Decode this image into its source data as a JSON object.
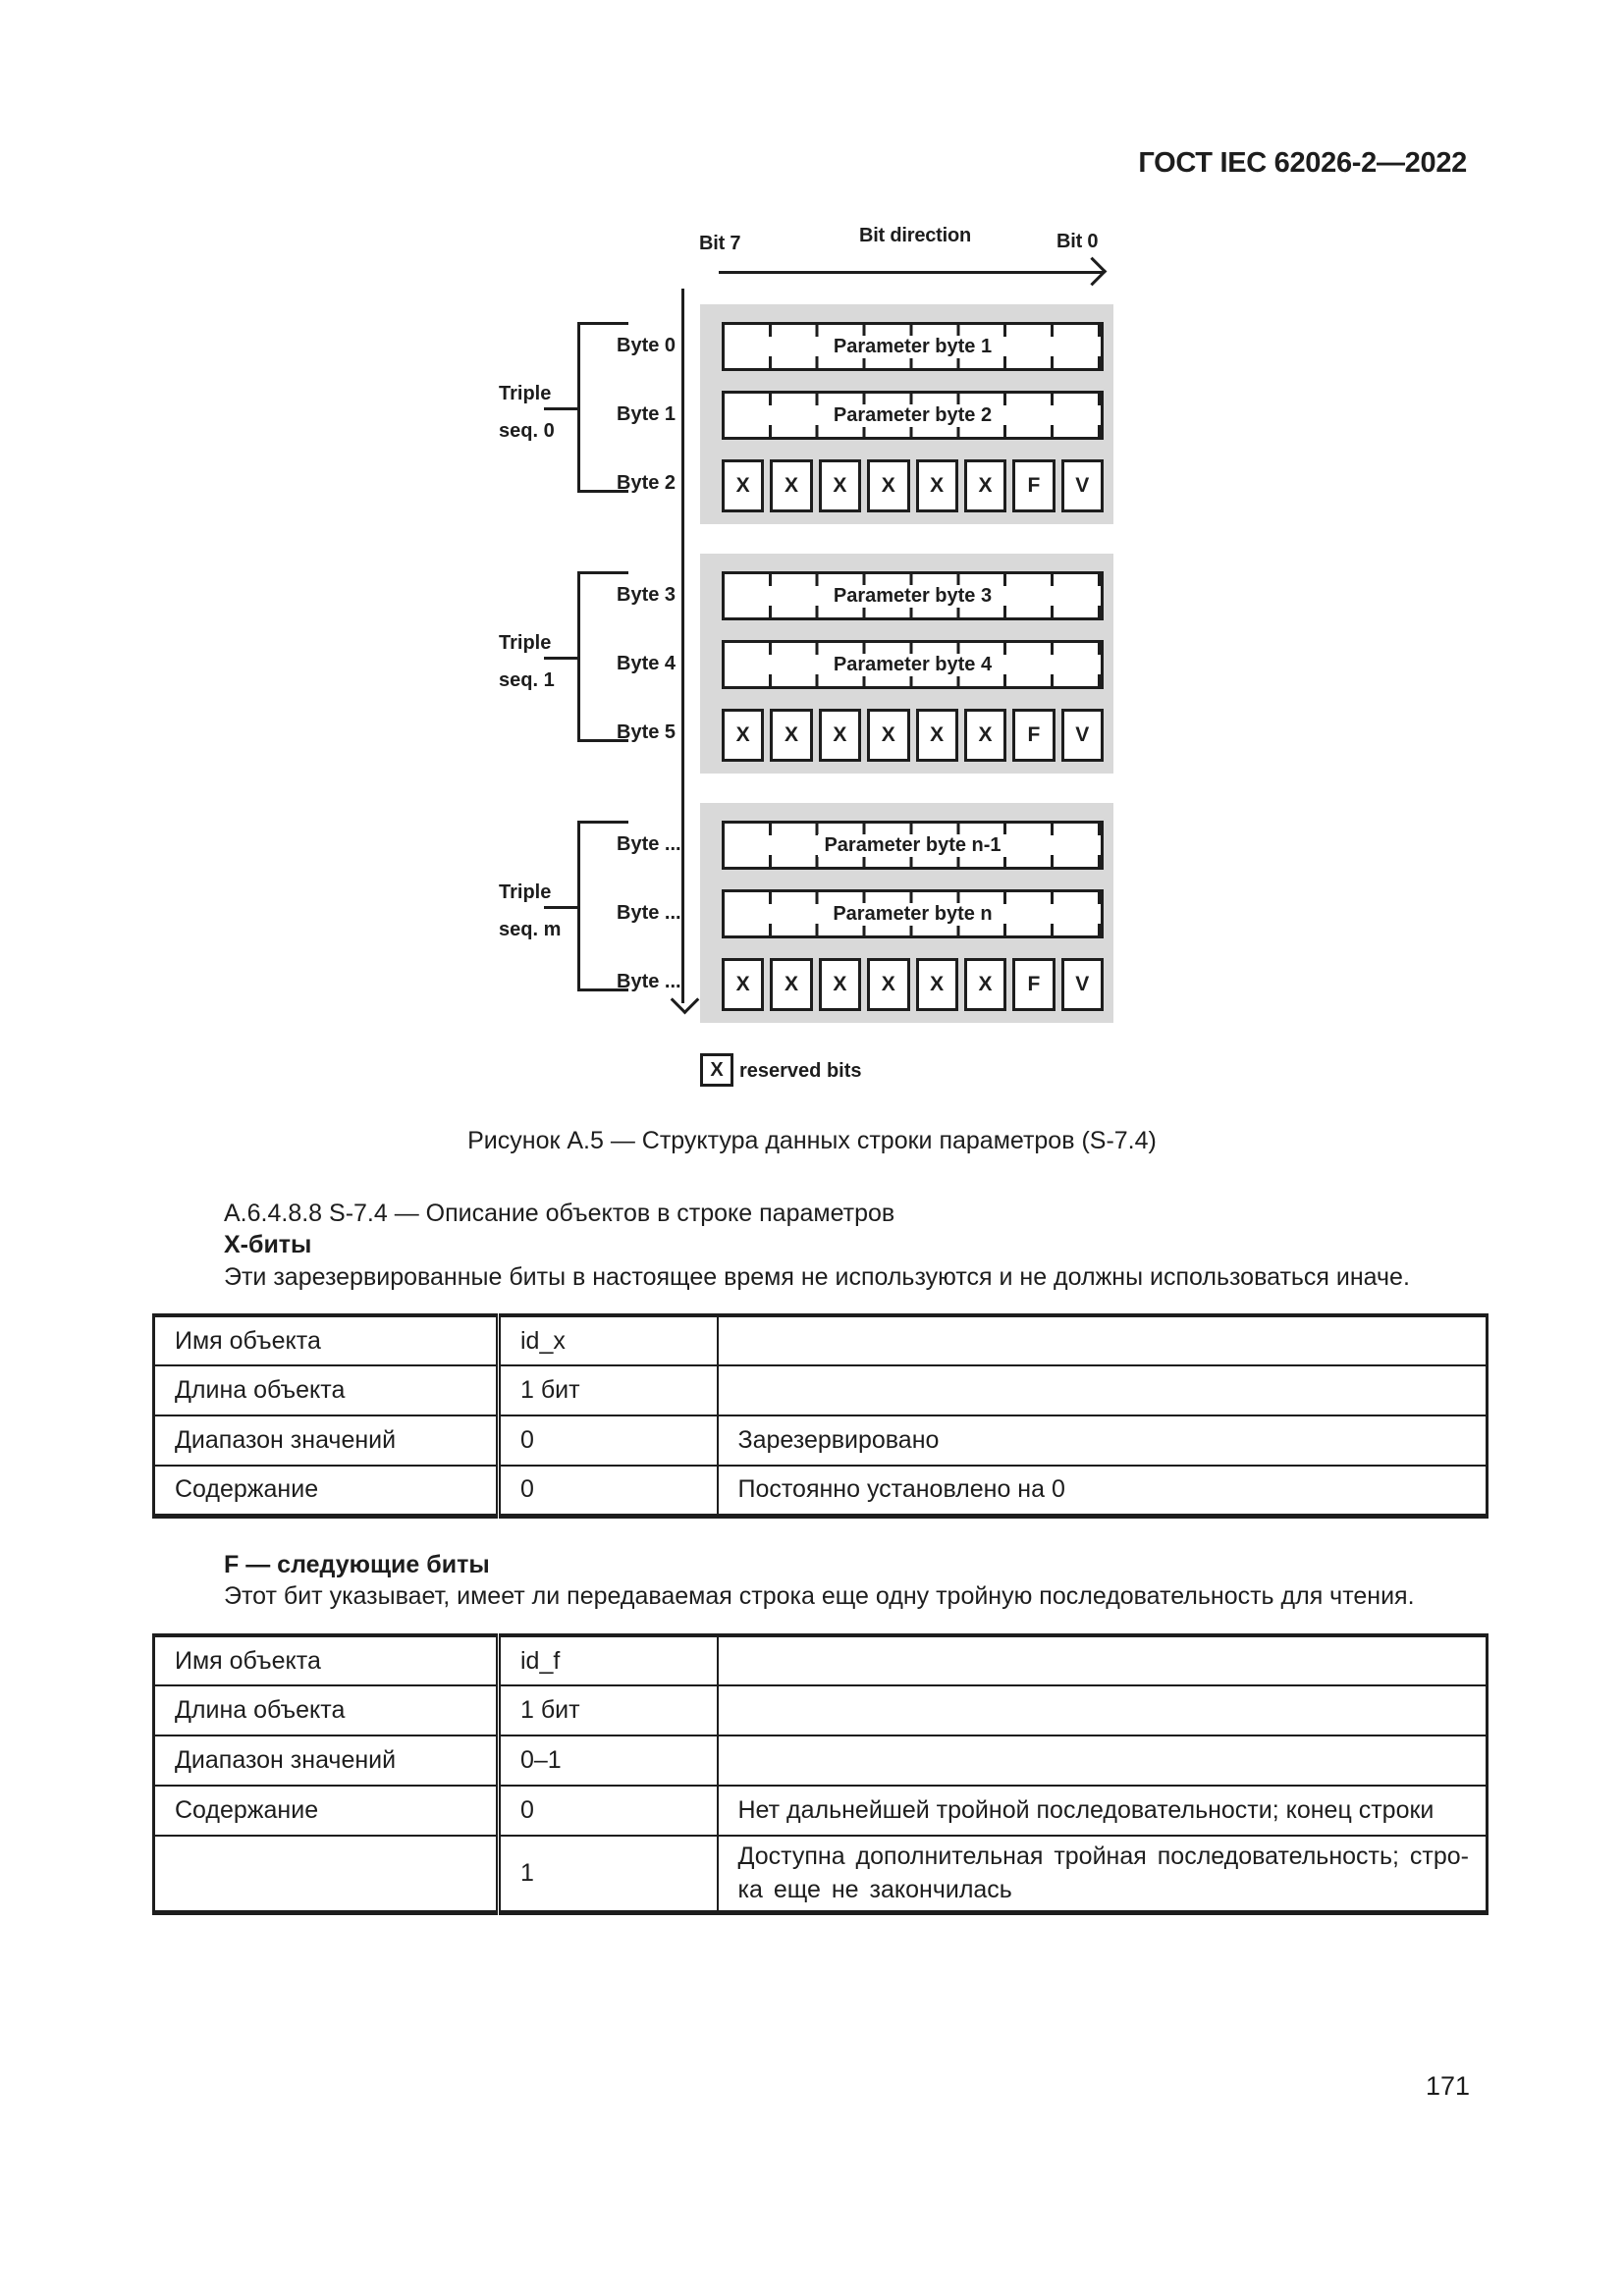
{
  "page": {
    "header": "ГОСТ IEC 62026-2—2022",
    "number": "171"
  },
  "colors": {
    "panel_gray": "#d9d9d9",
    "ink": "#1d1d1d",
    "paper": "#ffffff"
  },
  "diagram": {
    "bit7": "Bit 7",
    "bit_direction": "Bit direction",
    "bit0": "Bit 0",
    "bit_cells": [
      "X",
      "X",
      "X",
      "X",
      "X",
      "X",
      "F",
      "V"
    ],
    "groups": [
      {
        "label_triple": "Triple",
        "label_seq": "seq. 0",
        "bytes": [
          "Byte 0",
          "Byte 1",
          "Byte 2"
        ],
        "params": [
          "Parameter byte 1",
          "Parameter byte 2"
        ]
      },
      {
        "label_triple": "Triple",
        "label_seq": "seq. 1",
        "bytes": [
          "Byte 3",
          "Byte 4",
          "Byte 5"
        ],
        "params": [
          "Parameter byte 3",
          "Parameter byte 4"
        ]
      },
      {
        "label_triple": "Triple",
        "label_seq": "seq. m",
        "bytes": [
          "Byte ...",
          "Byte ...",
          "Byte ..."
        ],
        "params": [
          "Parameter byte n-1",
          "Parameter byte n"
        ]
      }
    ],
    "legend": {
      "symbol": "X",
      "label": "reserved bits"
    }
  },
  "caption": "Рисунок А.5 — Структура данных строки параметров (S-7.4)",
  "section": {
    "heading": "А.6.4.8.8 S-7.4 — Описание объектов в строке параметров",
    "x_bits": {
      "title": "Х-биты",
      "text": "Эти зарезервированные биты в настоящее время не используются и не должны использоваться иначе."
    },
    "f_bits": {
      "title": "F — следующие биты",
      "text": "Этот бит указывает, имеет ли передаваемая строка еще одну тройную последовательность для чтения."
    }
  },
  "tables": [
    {
      "rows": [
        [
          "Имя объекта",
          "id_x",
          ""
        ],
        [
          "Длина объекта",
          "1 бит",
          ""
        ],
        [
          "Диапазон значений",
          "0",
          "Зарезервировано"
        ],
        [
          "Содержание",
          "0",
          "Постоянно установлено на 0"
        ]
      ]
    },
    {
      "rows": [
        [
          "Имя объекта",
          "id_f",
          ""
        ],
        [
          "Длина объекта",
          "1 бит",
          ""
        ],
        [
          "Диапазон значений",
          "0–1",
          ""
        ],
        [
          "Содержание",
          "0",
          "Нет дальнейшей тройной последовательности; конец строки"
        ],
        [
          "",
          "1",
          "Доступна дополнительная тройная последовательность; стро-\nка еще не закончилась"
        ]
      ]
    }
  ]
}
